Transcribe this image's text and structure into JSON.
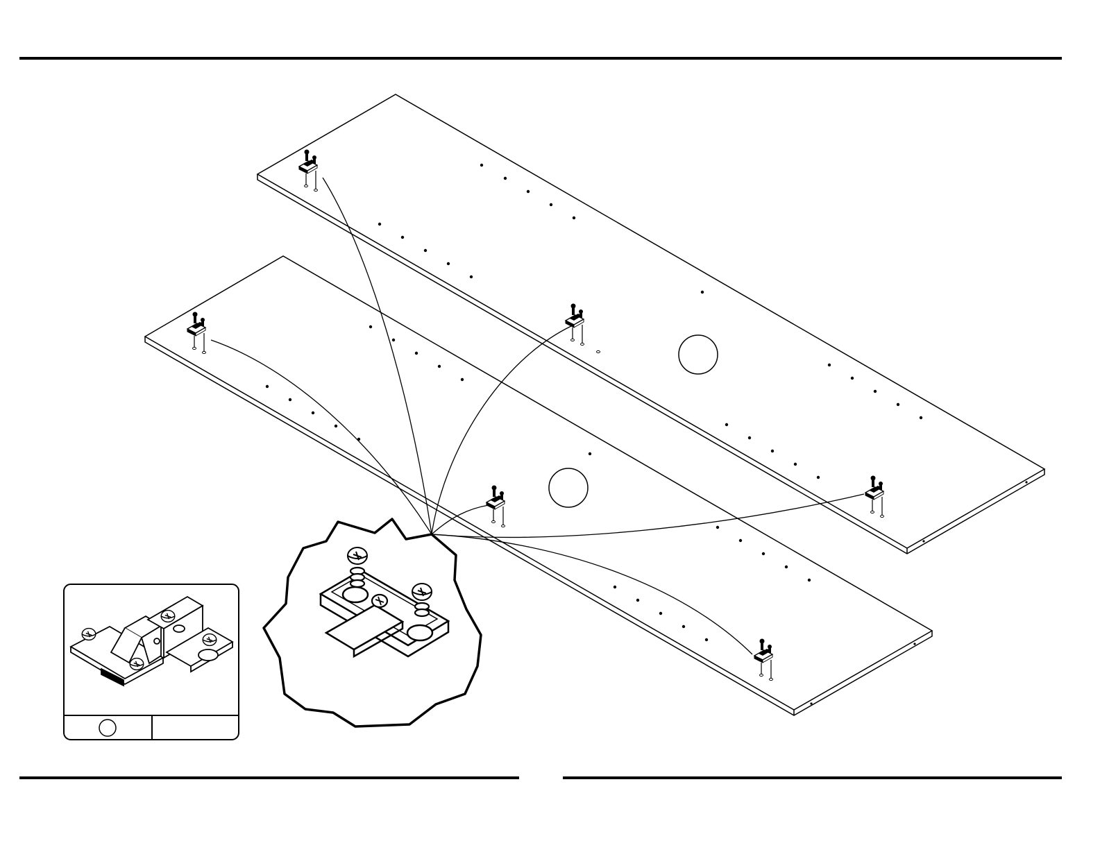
{
  "page": {
    "background": "#ffffff",
    "line_color": "#000000"
  },
  "rules": [
    {
      "name": "header-rule"
    },
    {
      "name": "footer-rule-left"
    },
    {
      "name": "footer-rule-right"
    }
  ],
  "panels": [
    {
      "name": "upper-panel",
      "holes": 5
    },
    {
      "name": "lower-panel",
      "holes": 5
    }
  ],
  "parts_box": {
    "part_id": "",
    "quantity": "",
    "icon": "hinge-icon"
  },
  "detail_callout": {
    "icon": "mounting-plate-icon",
    "screws": 3
  }
}
